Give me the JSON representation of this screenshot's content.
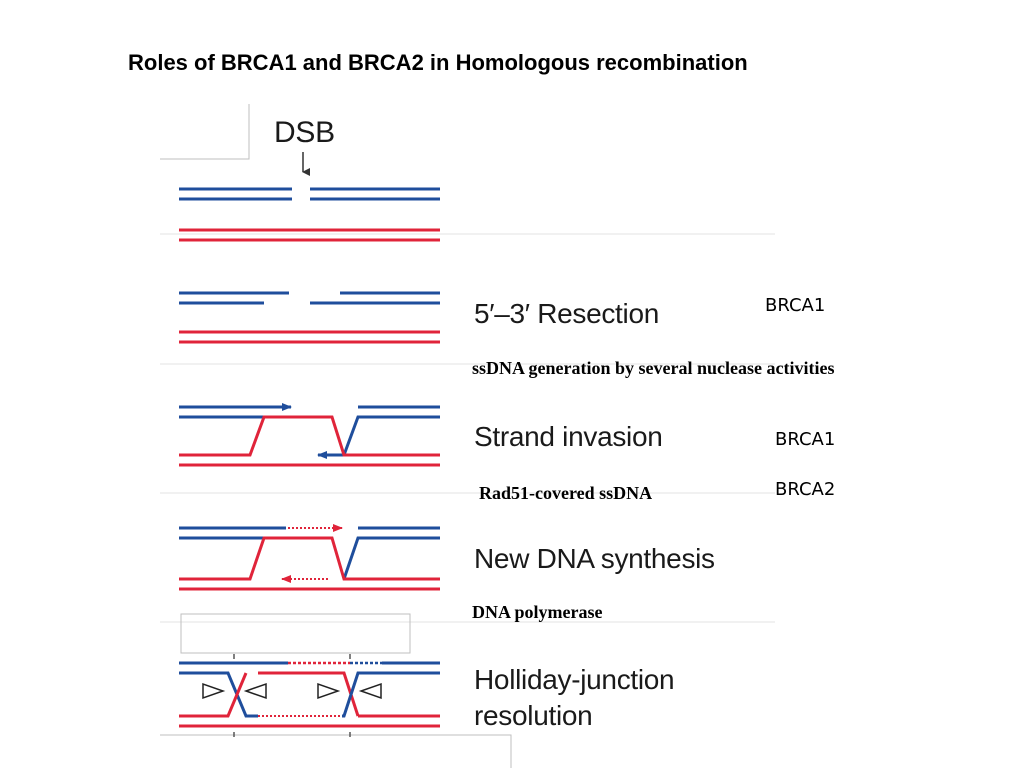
{
  "title": "Roles of BRCA1 and BRCA2 in Homologous recombination",
  "steps": {
    "dsb": "DSB",
    "resection": "5′–3′ Resection",
    "invasion": "Strand invasion",
    "synthesis": "New DNA synthesis",
    "resolution_line1": "Holliday-junction",
    "resolution_line2": "resolution"
  },
  "notes": {
    "ssdna_generation": "ssDNA generation by several nuclease activities",
    "rad51": "Rad51-covered ssDNA",
    "polymerase": "DNA polymerase"
  },
  "proteins": {
    "resection_protein": "BRCA1",
    "invasion_protein_1": "BRCA1",
    "invasion_protein_2": "BRCA2"
  },
  "colors": {
    "blue_strand": "#1f4e9c",
    "red_strand": "#e0243a",
    "divider": "#e3e3e3"
  }
}
